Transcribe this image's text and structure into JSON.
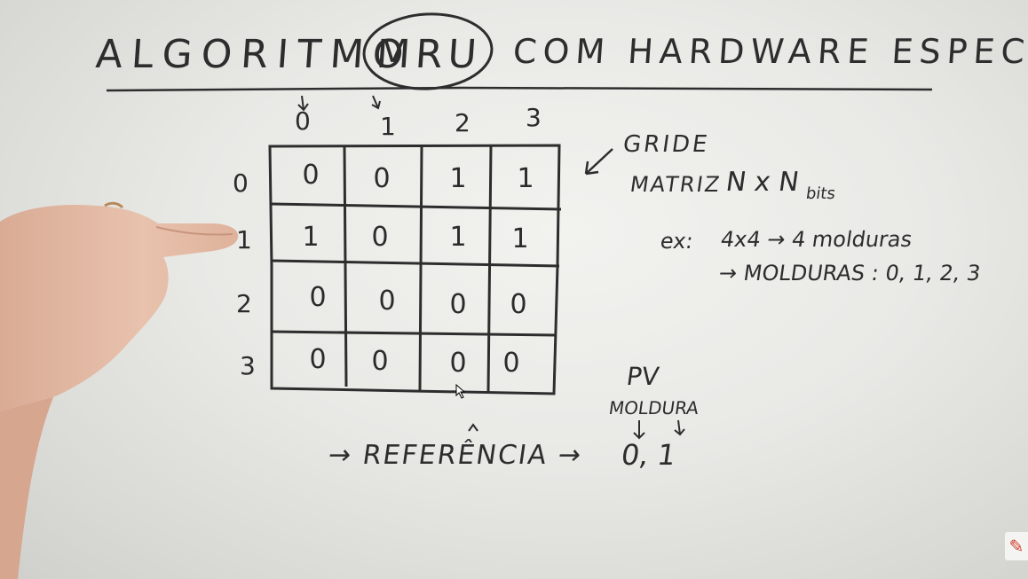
{
  "title": {
    "part1": "ALGORITMO",
    "circled": "MRU",
    "part2": "COM HARDWARE ESPECIAL"
  },
  "grid": {
    "col_headers": [
      "0",
      "1",
      "2",
      "3"
    ],
    "row_headers": [
      "0",
      "1",
      "2",
      "3"
    ],
    "cells": [
      [
        "0",
        "0",
        "1",
        "1"
      ],
      [
        "1",
        "0",
        "1",
        "1"
      ],
      [
        "0",
        "0",
        "0",
        "0"
      ],
      [
        "0",
        "0",
        "0",
        "0"
      ]
    ]
  },
  "notes": {
    "grid_label": "GRIDE",
    "matrix_label": "MATRIZ",
    "matrix_dims": "N x N",
    "matrix_unit": "bits",
    "example_prefix": "ex:",
    "example_text": "4x4 → 4 molduras",
    "frames_text": "→ MOLDURAS : 0, 1, 2, 3",
    "pv_label": "PV",
    "moldura_label": "MOLDURA",
    "reference_label": "→ REFERÊNCIA →",
    "reference_value": "0, 1"
  },
  "colors": {
    "ink": "#2d2d2d",
    "board": "#ecece9",
    "pen_icon": "#d23b2a"
  }
}
